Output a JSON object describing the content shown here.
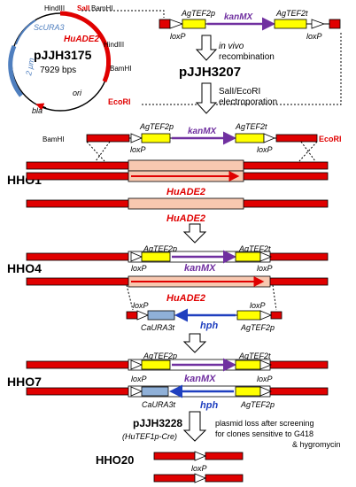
{
  "plasmid": {
    "name": "pJJH3175",
    "size": "7929 bps",
    "sites": {
      "hindiii_a": "HindIII",
      "sali": "SalI",
      "bamhi_a": "BamHI",
      "hindiii_b": "HindIII",
      "bamhi_b": "BamHI",
      "ecori": "EcoRI"
    },
    "features": {
      "scura3": "ScURA3",
      "huade2": "HuADE2",
      "two_micron": "2 μm",
      "bla": "bla",
      "ori": "ori"
    }
  },
  "cassette_top": {
    "promoter": "AgTEF2p",
    "marker": "kanMX",
    "terminator": "AgTEF2t",
    "loxp_left": "loxP",
    "loxp_right": "loxP"
  },
  "step1": {
    "line1": "in vivo",
    "line2": "recombination"
  },
  "pjjh3207": "pJJH3207",
  "step2": {
    "line1": "SalI/EcoRI",
    "line2": "electroporation"
  },
  "fragment": {
    "bamhi": "BamHI",
    "ecori": "EcoRI",
    "promoter": "AgTEF2p",
    "marker": "kanMX",
    "terminator": "AgTEF2t",
    "loxp_left": "loxP",
    "loxp_right": "loxP"
  },
  "hho1": {
    "label": "HHO1",
    "gene": "HuADE2",
    "gene2": "HuADE2"
  },
  "hho4": {
    "label": "HHO4",
    "promoter": "AgTEF2p",
    "terminator": "AgTEF2t",
    "loxp_left": "loxP",
    "marker": "kanMX",
    "loxp_right": "loxP",
    "gene": "HuADE2",
    "loxp_left2": "loxP",
    "loxp_right2": "loxP",
    "terminator2": "CaURA3t",
    "marker2": "hph",
    "promoter2": "AgTEF2p"
  },
  "hho7": {
    "label": "HHO7",
    "promoter": "AgTEF2p",
    "terminator": "AgTEF2t",
    "loxp_left": "loxP",
    "marker": "kanMX",
    "loxp_right": "loxP",
    "terminator2": "CaURA3t",
    "marker2": "hph",
    "promoter2": "AgTEF2p"
  },
  "final_step": {
    "plasmid": "pJJH3228",
    "plasmid_detail": "(HuTEF1p-Cre)",
    "note1": "plasmid loss after screening",
    "note2": "for clones sensitive to G418",
    "note3": "& hygromycin"
  },
  "hho20": {
    "label": "HHO20",
    "loxp": "loxP"
  },
  "colors": {
    "chromosome": "#e00000",
    "yellow": "#ffff00",
    "purple": "#7030a0",
    "blue": "#1f3fbf",
    "light_blue": "#8fb0d8",
    "salmon": "#f8c8b0",
    "huade2": "#e00000",
    "scura3": "#4f7fbf"
  }
}
